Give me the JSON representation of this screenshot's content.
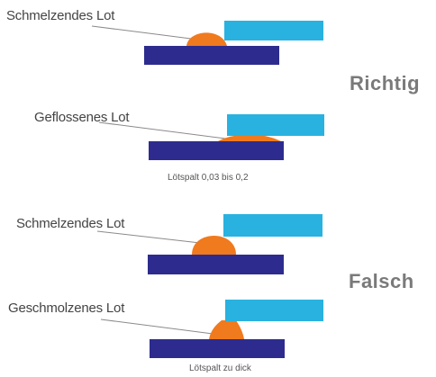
{
  "colors": {
    "background": "#ffffff",
    "base_plate": "#2d2c8e",
    "top_plate": "#29b2e0",
    "solder": "#f07a1e",
    "leader_line": "#8a8a8a",
    "text": "#444444",
    "verdict_text": "#7a7a7a"
  },
  "sections": {
    "correct": {
      "verdict": "Richtig",
      "panels": [
        {
          "label": "Schmelzendes Lot",
          "caption": ""
        },
        {
          "label": "Geflossenes Lot",
          "caption": "Lötspalt 0,03 bis 0,2"
        }
      ]
    },
    "wrong": {
      "verdict": "Falsch",
      "panels": [
        {
          "label": "Schmelzendes Lot",
          "caption": ""
        },
        {
          "label": "Geschmolzenes Lot",
          "caption": "Lötspalt zu dick"
        }
      ]
    }
  }
}
